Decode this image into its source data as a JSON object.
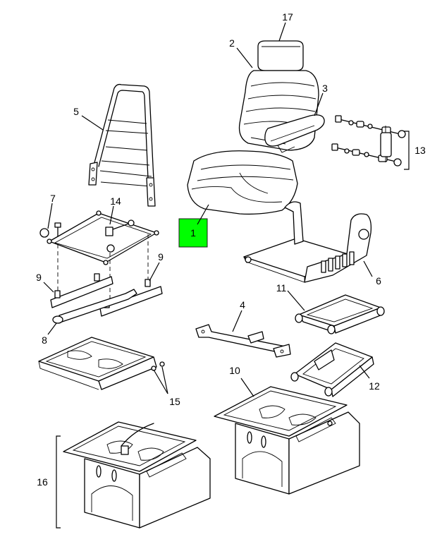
{
  "callouts": {
    "c1": "1",
    "c2": "2",
    "c3": "3",
    "c4": "4",
    "c5": "5",
    "c6": "6",
    "c7": "7",
    "c8": "8",
    "c9a": "9",
    "c9b": "9",
    "c10": "10",
    "c11": "11",
    "c12": "12",
    "c13": "13",
    "c14": "14",
    "c15": "15",
    "c16": "16",
    "c17": "17"
  },
  "highlight": {
    "part": "1",
    "color": "#00ff00"
  }
}
